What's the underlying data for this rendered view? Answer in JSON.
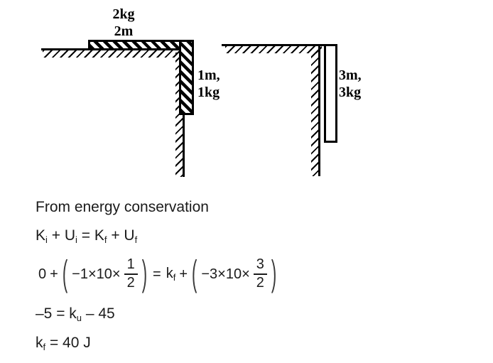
{
  "colors": {
    "ink": "#000000",
    "text": "#1b1b1b",
    "background": "#ffffff"
  },
  "figure_left": {
    "top_label_line1": "2kg",
    "top_label_line2": "2m",
    "side_label_line1": "1m,",
    "side_label_line2": "1kg"
  },
  "figure_right": {
    "side_label_line1": "3m,",
    "side_label_line2": "3kg"
  },
  "solution": {
    "line1": "From energy conservation",
    "line2": [
      "K",
      "i",
      " + U",
      "i",
      " = K",
      "f",
      " + U",
      "f"
    ],
    "equation": {
      "term0": "0",
      "plus1": "+",
      "lparen1": "(",
      "term1": "−1×10×",
      "frac1_num": "1",
      "frac1_den": "2",
      "rparen1": ")",
      "equals": "=",
      "kf_base": "k",
      "kf_sub": "f",
      "plus2": "+",
      "lparen2": "(",
      "term2": "−3×10×",
      "frac2_num": "3",
      "frac2_den": "2",
      "rparen2": ")"
    },
    "line4": [
      "–5 = k",
      "u",
      " – 45"
    ],
    "line5": [
      "k",
      "f",
      " = 40 J"
    ]
  }
}
